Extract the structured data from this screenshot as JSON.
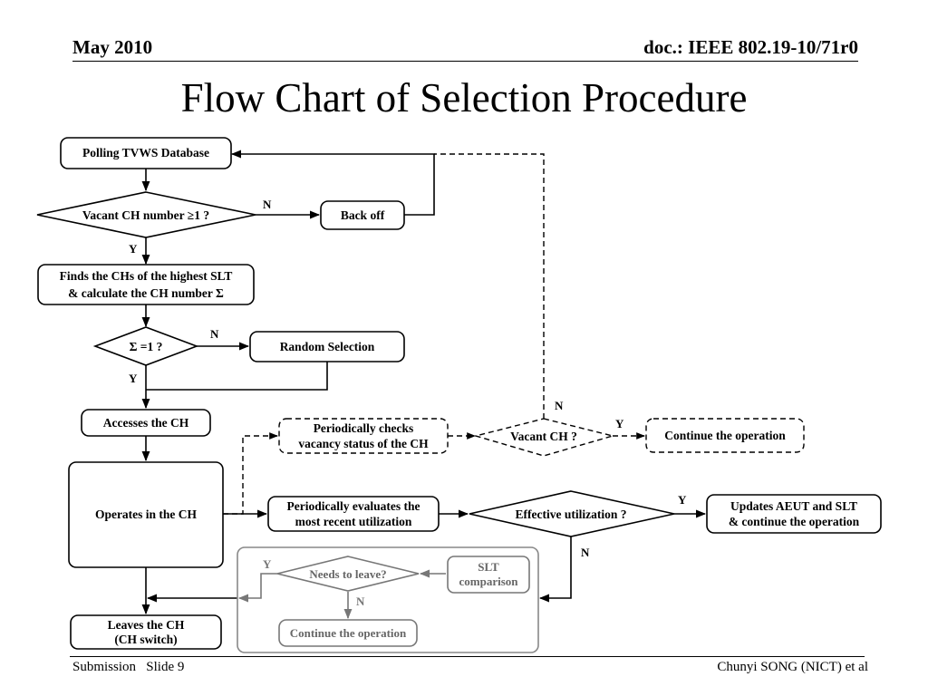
{
  "header": {
    "date": "May 2010",
    "doc": "doc.: IEEE 802.19-10/71r0"
  },
  "title": "Flow Chart of Selection Procedure",
  "footer": {
    "left": "Submission   Slide 9",
    "right": "Chunyi SONG (NICT) et al"
  },
  "nodes": {
    "polling": "Polling TVWS Database",
    "vacant_cond": "Vacant CH number ≥1 ?",
    "backoff": "Back off",
    "finds_line1": "Finds the CHs of the highest SLT",
    "finds_line2": "& calculate the CH number Σ",
    "sigma_cond": "Σ =1 ?",
    "random": "Random Selection",
    "accesses": "Accesses the CH",
    "operates": "Operates in the CH",
    "periodic_check_line1": "Periodically checks",
    "periodic_check_line2": "vacancy status of the CH",
    "vacant_ch_cond": "Vacant CH ?",
    "continue_top": "Continue the operation",
    "periodic_eval_line1": "Periodically evaluates the",
    "periodic_eval_line2": "most recent utilization",
    "effective_cond": "Effective utilization ?",
    "updates_line1": "Updates AEUT and SLT",
    "updates_line2": "& continue the operation",
    "needs_leave_cond": "Needs to leave?",
    "slt_line1": "SLT",
    "slt_line2": "comparison",
    "continue_bottom": "Continue the operation",
    "leaves_line1": "Leaves the CH",
    "leaves_line2": "(CH switch)"
  },
  "edge_labels": {
    "vacant_no": "N",
    "vacant_yes": "Y",
    "sigma_no": "N",
    "sigma_yes": "Y",
    "vacant_ch_no": "N",
    "vacant_ch_yes": "Y",
    "effective_yes": "Y",
    "effective_no": "N",
    "leave_yes": "Y",
    "leave_no": "N"
  }
}
